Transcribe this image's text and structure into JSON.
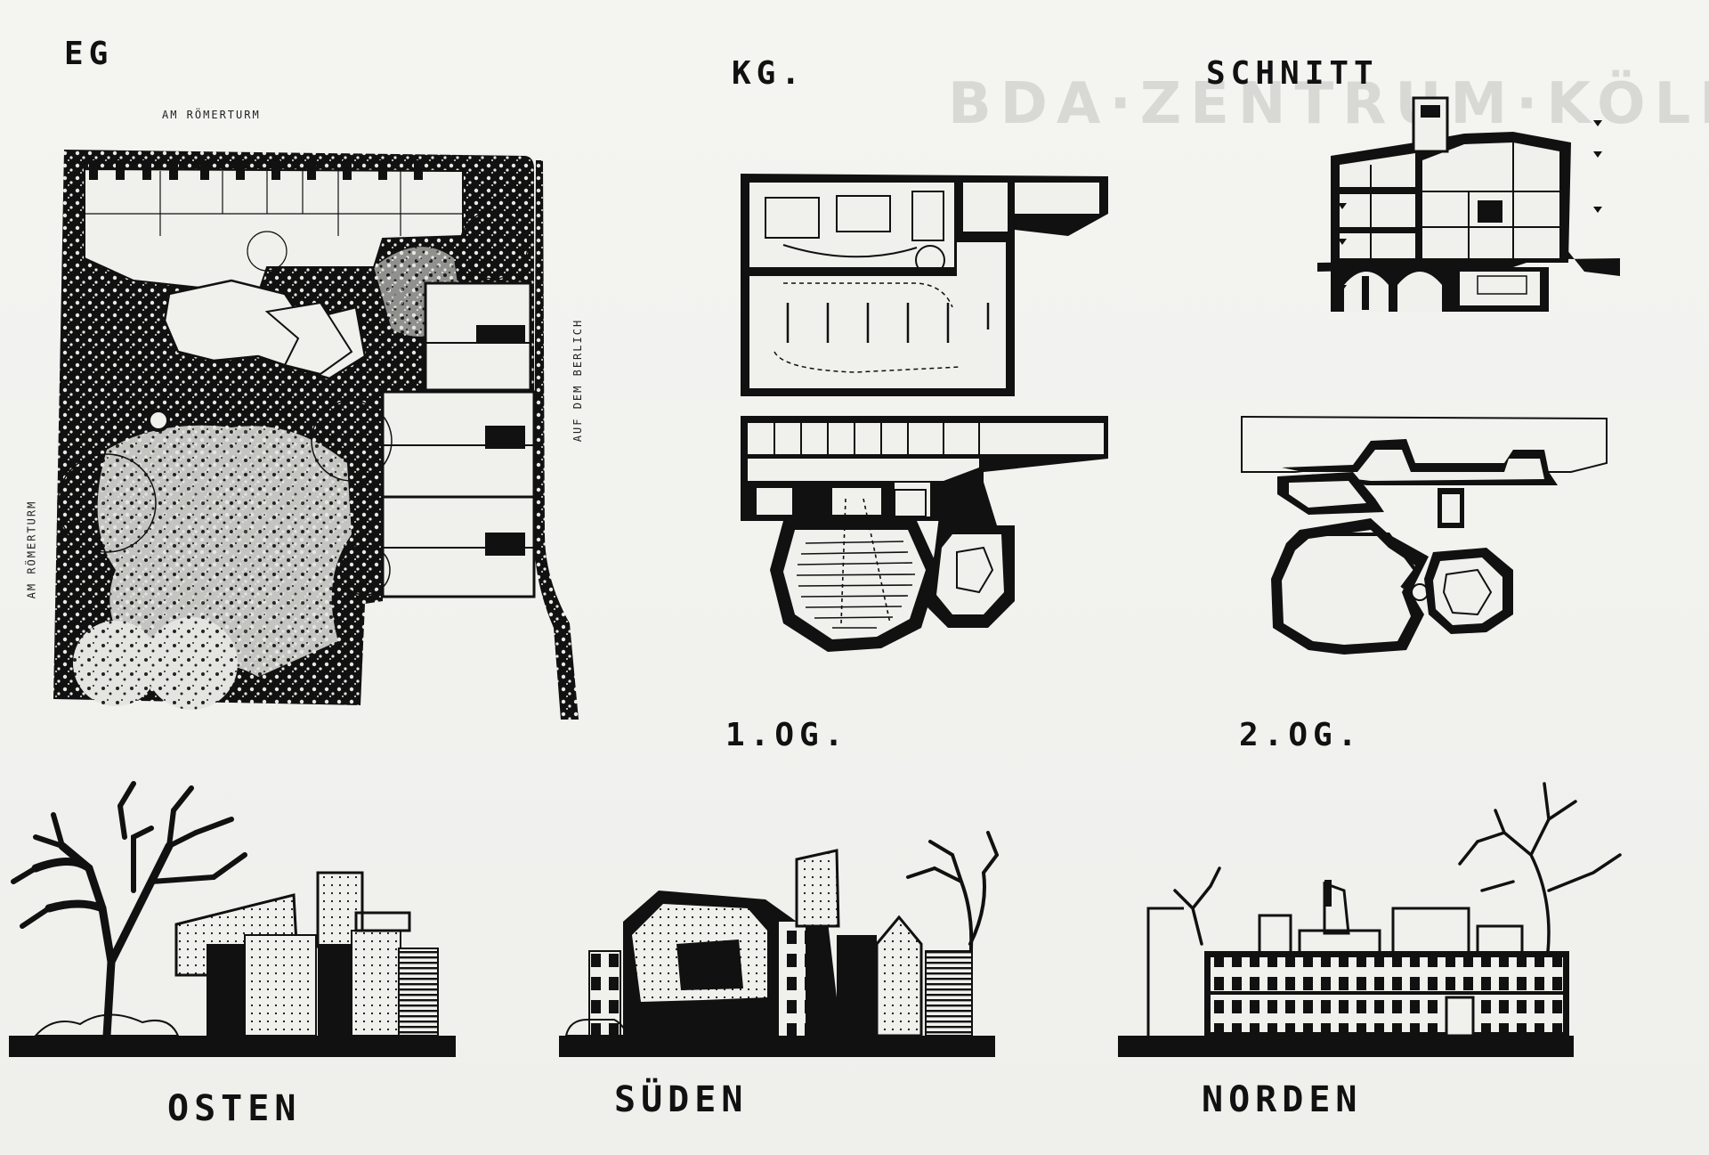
{
  "labels": {
    "eg": "EG",
    "kg": "KG.",
    "schnitt": "SCHNITT",
    "og1": "1.OG.",
    "og2": "2.OG.",
    "osten": "OSTEN",
    "sueden": "SÜDEN",
    "norden": "NORDEN"
  },
  "streets": {
    "top": "AM RÖMERTURM",
    "left": "AM RÖMERTURM",
    "right": "AUF DEM BERLICH"
  },
  "ghost_title": "BDA·ZENTRUM·KÖLN",
  "colors": {
    "ink": "#0d0d0d",
    "paper": "#f2f2ef"
  }
}
